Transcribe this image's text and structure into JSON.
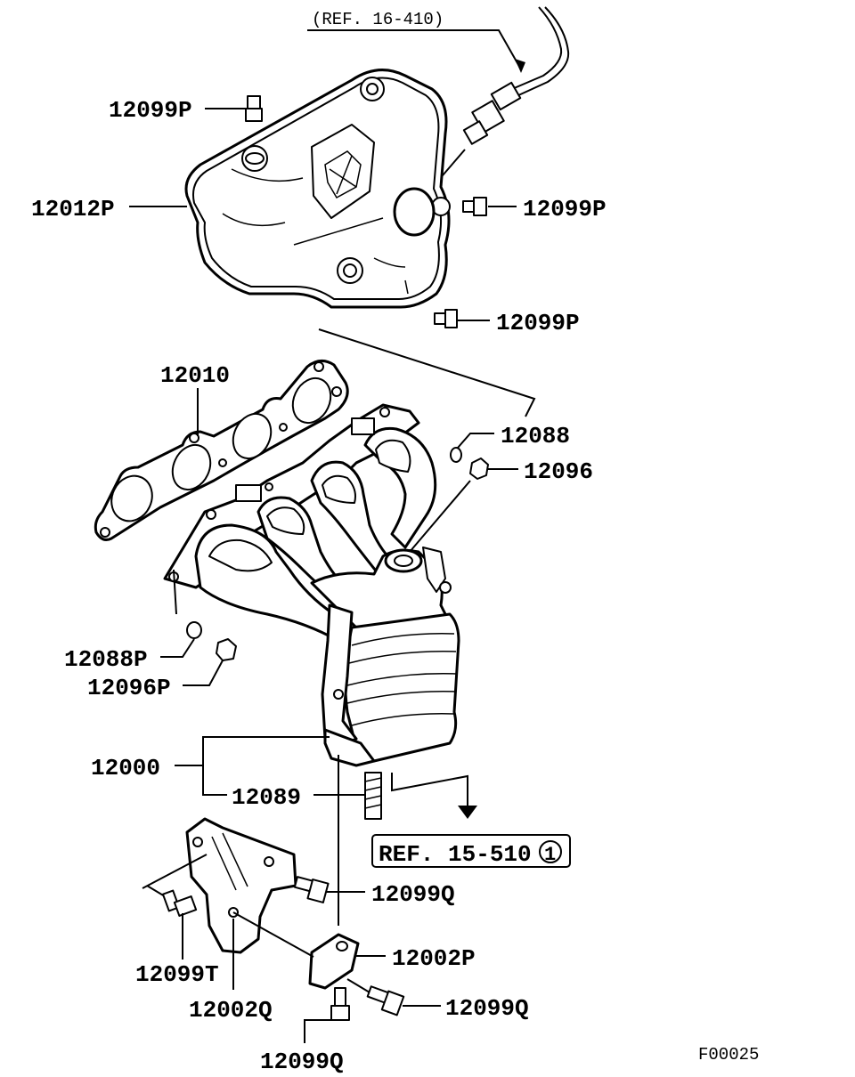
{
  "diagram": {
    "ref_top": "(REF. 16-410)",
    "ref_bottom_text": "REF. 15-510",
    "ref_bottom_circle": "1",
    "figure_code": "F00025",
    "labels": {
      "l12099P_top": "12099P",
      "l12012P": "12012P",
      "l12099P_right": "12099P",
      "l12099P_mid": "12099P",
      "l12010": "12010",
      "l12088": "12088",
      "l12096": "12096",
      "l12088P": "12088P",
      "l12096P": "12096P",
      "l12000": "12000",
      "l12089": "12089",
      "l12099Q_a": "12099Q",
      "l12002P": "12002P",
      "l12099T": "12099T",
      "l12002Q": "12002Q",
      "l12099Q_b": "12099Q",
      "l12099Q_c": "12099Q"
    }
  }
}
